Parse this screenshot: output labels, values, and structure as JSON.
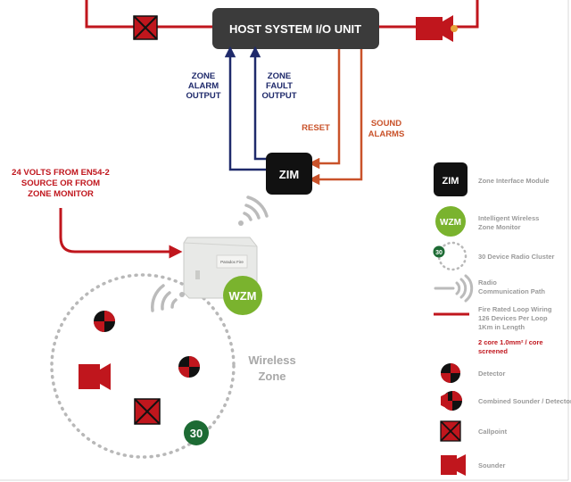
{
  "host_unit": {
    "label": "HOST SYSTEM I/O UNIT"
  },
  "zim_box": {
    "label": "ZIM"
  },
  "wzm_circle": {
    "label": "WZM"
  },
  "outputs": {
    "zone_alarm": [
      "ZONE",
      "ALARM",
      "OUTPUT"
    ],
    "zone_fault": [
      "ZONE",
      "FAULT",
      "OUTPUT"
    ],
    "reset": "RESET",
    "sound_alarms": [
      "SOUND",
      "ALARMS"
    ]
  },
  "power_source": [
    "24 VOLTS FROM EN54-2",
    "SOURCE OR FROM",
    "ZONE MONITOR"
  ],
  "wireless_zone": [
    "Wireless",
    "Zone"
  ],
  "cluster_badge": "30",
  "device_label": "Paradox Fire",
  "legend": {
    "zim_icon": "ZIM",
    "zim": "Zone Interface Module",
    "wzm_icon": "WZM",
    "wzm": [
      "Intelligent Wireless",
      "Zone Monitor"
    ],
    "cluster_icon": "30",
    "cluster": "30 Device Radio Cluster",
    "radio": [
      "Radio",
      "Communication Path"
    ],
    "loop": [
      "Fire Rated Loop Wiring",
      "126 Devices Per Loop",
      "1Km in Length"
    ],
    "cable": [
      "2 core 1.0mm² / core",
      "screened"
    ],
    "detector": "Detector",
    "combined": "Combined Sounder / Detector",
    "callpoint": "Callpoint",
    "sounder": "Sounder"
  },
  "colors": {
    "red_wire": "#c0161d",
    "blue_wire": "#1f2a6b",
    "orange_wire": "#c9522a",
    "host_box": "#3b3b3b",
    "wzm_green": "#7ab32e",
    "badge_green": "#1d6b34",
    "grey_text": "#9a9a9a"
  }
}
